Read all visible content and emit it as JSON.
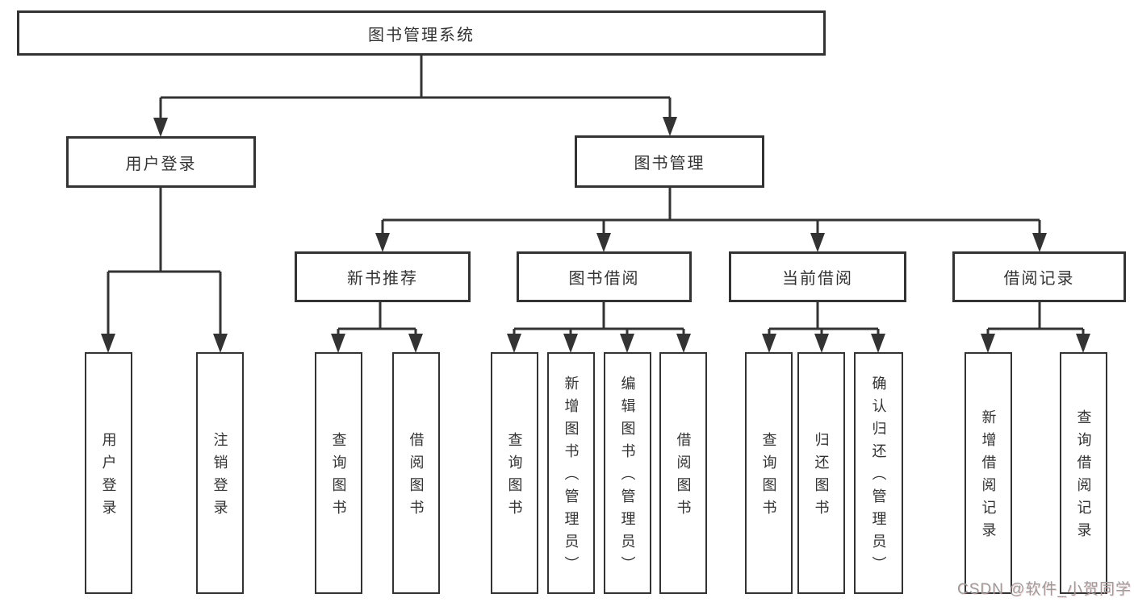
{
  "colors": {
    "line": "#333333",
    "text": "#333333",
    "box_background": "#ffffff",
    "watermark_text": "#9c9c9c"
  },
  "watermark": {
    "text": "CSDN @软件_小贺同学"
  },
  "tree": {
    "root": "图书管理系统",
    "branches": [
      {
        "label": "用户登录",
        "children": [
          "用户登录",
          "注销登录"
        ]
      },
      {
        "label": "图书管理",
        "groups": [
          {
            "label": "新书推荐",
            "children": [
              "查询图书",
              "借阅图书"
            ]
          },
          {
            "label": "图书借阅",
            "children": [
              "查询图书",
              "新增图书（管理员）",
              "编辑图书（管理员）",
              "借阅图书"
            ]
          },
          {
            "label": "当前借阅",
            "children": [
              "查询图书",
              "归还图书",
              "确认归还（管理员）"
            ]
          },
          {
            "label": "借阅记录",
            "children": [
              "新增借阅记录",
              "查询借阅记录"
            ]
          }
        ]
      }
    ]
  }
}
